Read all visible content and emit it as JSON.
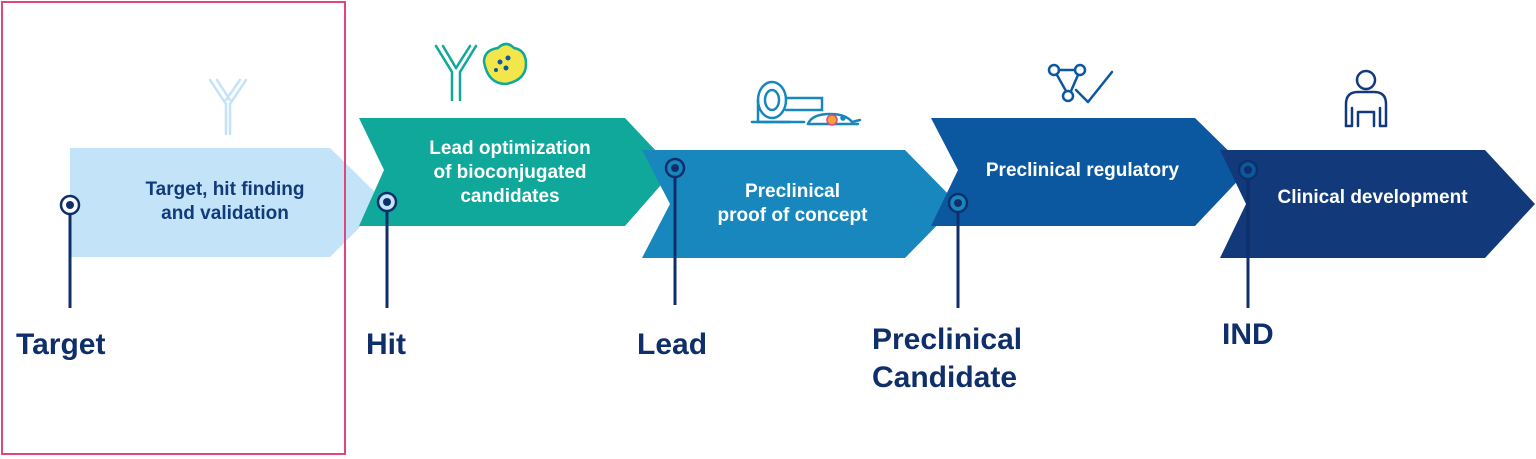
{
  "stages": [
    {
      "label": "Target, hit finding\nand validation",
      "color": "#c3e4f8",
      "icon": "antibody-icon"
    },
    {
      "label": "Lead optimization\nof bioconjugated\ncandidates",
      "color": "#0fa89b",
      "icon": "antibody-cell-icon"
    },
    {
      "label": "Preclinical\nproof of concept",
      "color": "#1787bd",
      "icon": "scanner-mouse-icon"
    },
    {
      "label": "Preclinical regulatory",
      "color": "#0c58a0",
      "icon": "network-check-icon"
    },
    {
      "label": "Clinical development",
      "color": "#123a7a",
      "icon": "person-icon"
    }
  ],
  "milestones": [
    {
      "label": "Target"
    },
    {
      "label": "Hit"
    },
    {
      "label": "Lead"
    },
    {
      "label": "Preclinical\nCandidate"
    },
    {
      "label": "IND"
    }
  ],
  "colors": {
    "milestone_text": "#0f2f6b",
    "marker": "#0f2f6b",
    "highlight": "#e0467c"
  }
}
